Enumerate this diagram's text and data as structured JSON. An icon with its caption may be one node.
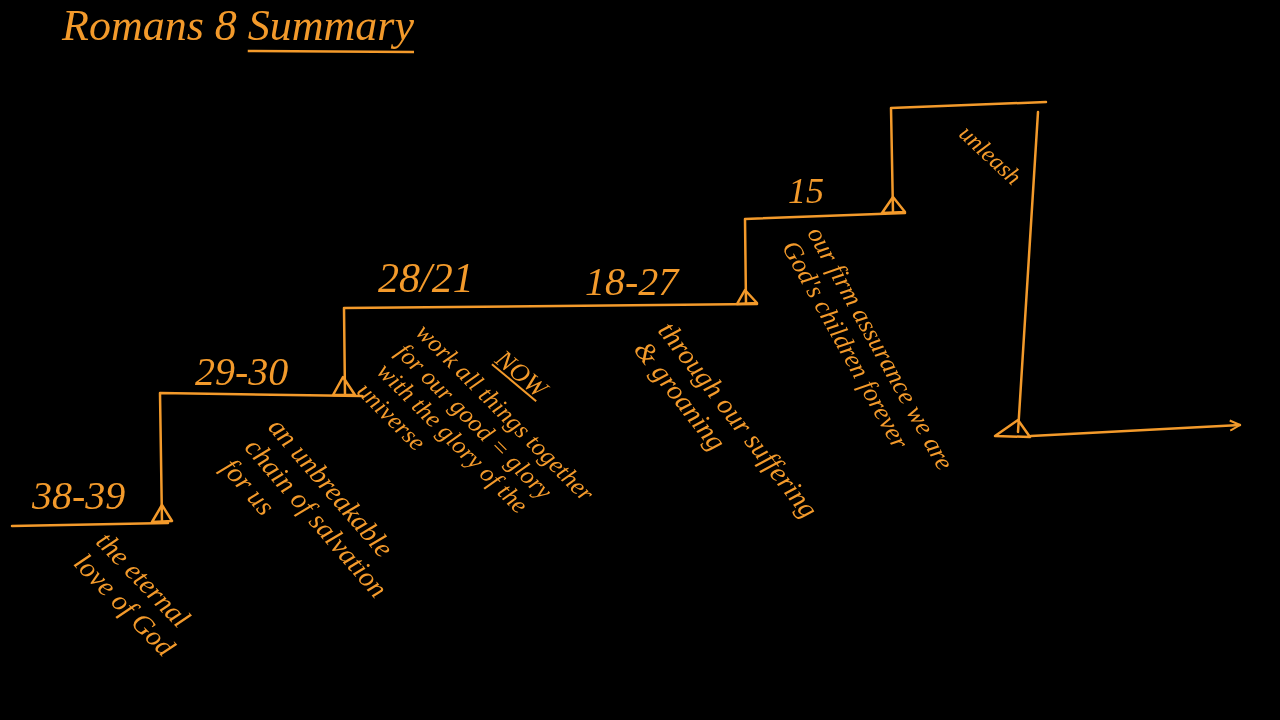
{
  "diagram": {
    "title": "Romans 8 Summary",
    "labels": [
      "38-39",
      "the eternal love of God",
      "29-30",
      "an unbreakable chain of salvation for us",
      "28/21",
      "NOW",
      "work all things together for our good = glory with the glory of the universe",
      "18-27",
      "through our suffering & groaning",
      "15",
      "our firm assurance we are God's children forever",
      "unleash"
    ]
  }
}
